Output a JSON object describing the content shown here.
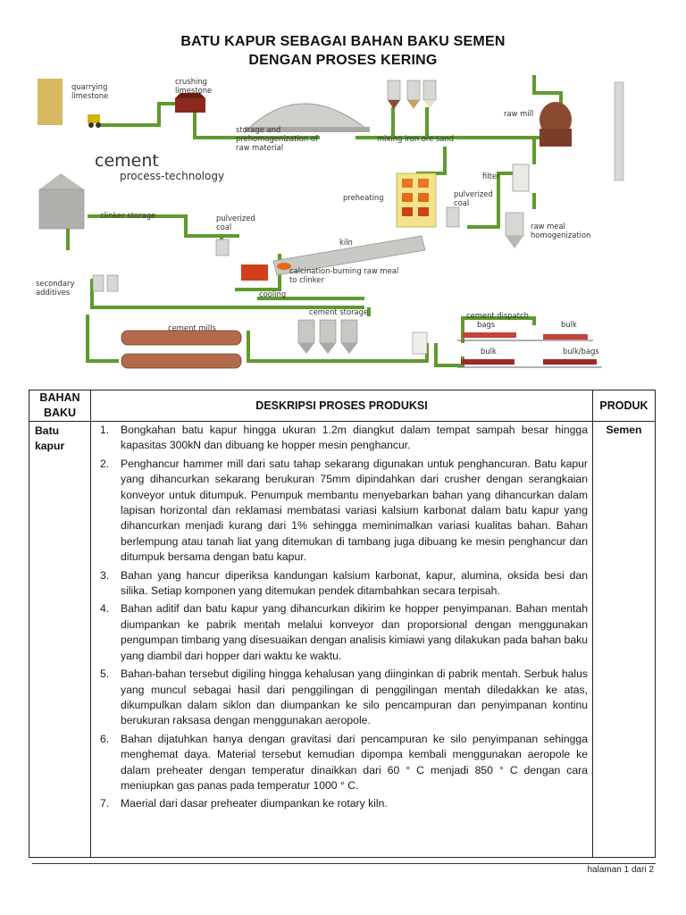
{
  "title": {
    "line1": "BATU KAPUR SEBAGAI BAHAN BAKU SEMEN",
    "line2": "DENGAN PROSES KERING"
  },
  "diagram": {
    "heading1": "cement",
    "heading2": "process-technology",
    "labels": {
      "quarrying": [
        "quarrying",
        "limestone"
      ],
      "crushing": [
        "crushing",
        "limestone"
      ],
      "storage": [
        "storage and",
        "prehomogenization of",
        "raw material"
      ],
      "mixing": "mixing iron ore sand",
      "raw_mill": "raw mill",
      "filter": "filter",
      "preheating": "preheating",
      "pulverized_coal_right": [
        "pulverized",
        "coal"
      ],
      "raw_meal": [
        "raw meal",
        "homogenization"
      ],
      "clinker_storage": "clinker storage",
      "pulverized_coal_left": [
        "pulverized",
        "coal"
      ],
      "kiln": "kiln",
      "calcination": [
        "calcination-burning raw meal",
        "to clinker"
      ],
      "cooling": "cooling",
      "secondary": [
        "secondary",
        "additives"
      ],
      "cement_mills": "cement mills",
      "cement_storage": "cement storage",
      "dispatch": [
        "cement dispatch",
        "bags"
      ],
      "bulk1": "bulk",
      "bulk2": "bulk",
      "bulk_bags": "bulk/bags"
    }
  },
  "table": {
    "headers": {
      "bahan_baku": [
        "BAHAN",
        "BAKU"
      ],
      "deskripsi": "DESKRIPSI PROSES PRODUKSI",
      "produk": "PRODUK"
    },
    "bahan": [
      "Batu",
      "kapur"
    ],
    "produk": "Semen",
    "steps": [
      {
        "num": "1.",
        "text": "Bongkahan batu kapur hingga ukuran 1.2m diangkut dalam tempat sampah besar hingga kapasitas 300kN dan dibuang ke hopper mesin penghancur."
      },
      {
        "num": "2.",
        "text": "Penghancur hammer mill dari satu tahap sekarang digunakan untuk penghancuran. Batu kapur yang dihancurkan sekarang berukuran 75mm dipindahkan dari crusher dengan serangkaian konveyor untuk ditumpuk. Penumpuk membantu menyebarkan bahan yang dihancurkan dalam lapisan horizontal dan reklamasi membatasi variasi kalsium karbonat dalam batu kapur yang dihancurkan menjadi kurang dari 1% sehingga meminimalkan variasi kualitas bahan. Bahan berlempung atau tanah liat yang ditemukan di tambang juga dibuang ke mesin penghancur dan ditumpuk bersama dengan batu kapur."
      },
      {
        "num": "3.",
        "text": "Bahan yang hancur diperiksa kandungan kalsium karbonat, kapur, alumina, oksida besi dan silika. Setiap komponen yang ditemukan pendek ditambahkan secara terpisah."
      },
      {
        "num": "4.",
        "text": "Bahan aditif dan batu kapur yang dihancurkan dikirim ke hopper penyimpanan. Bahan mentah diumpankan ke pabrik mentah melalui konveyor dan proporsional dengan menggunakan pengumpan timbang yang disesuaikan dengan analisis kimiawi yang dilakukan pada bahan baku yang diambil dari hopper dari waktu ke waktu."
      },
      {
        "num": "5.",
        "text": "Bahan-bahan tersebut digiling hingga kehalusan yang diinginkan di pabrik mentah. Serbuk halus yang muncul sebagai hasil dari penggilingan di penggilingan mentah diledakkan ke atas, dikumpulkan dalam siklon dan diumpankan ke silo pencampuran dan penyimpanan kontinu berukuran raksasa dengan menggunakan aeropole."
      },
      {
        "num": "6.",
        "text": "Bahan dijatuhkan hanya dengan gravitasi dari pencampuran ke silo penyimpanan sehingga menghemat daya. Material tersebut kemudian dipompa kembali menggunakan aeropole ke dalam preheater dengan temperatur dinaikkan dari 60 ° C menjadi 850 ° C dengan cara meniupkan gas panas pada temperatur 1000 ° C."
      },
      {
        "num": "7.",
        "text": "Maerial dari dasar preheater diumpankan ke rotary kiln."
      }
    ]
  },
  "footer": "halaman 1 dari 2",
  "colors": {
    "pipe_green": "#5f9a2e",
    "silo_gray": "#a9aaa8",
    "mill_brown": "#8a4a32",
    "fire_orange": "#e46a1e",
    "kiln_gray": "#c8c8c4"
  }
}
